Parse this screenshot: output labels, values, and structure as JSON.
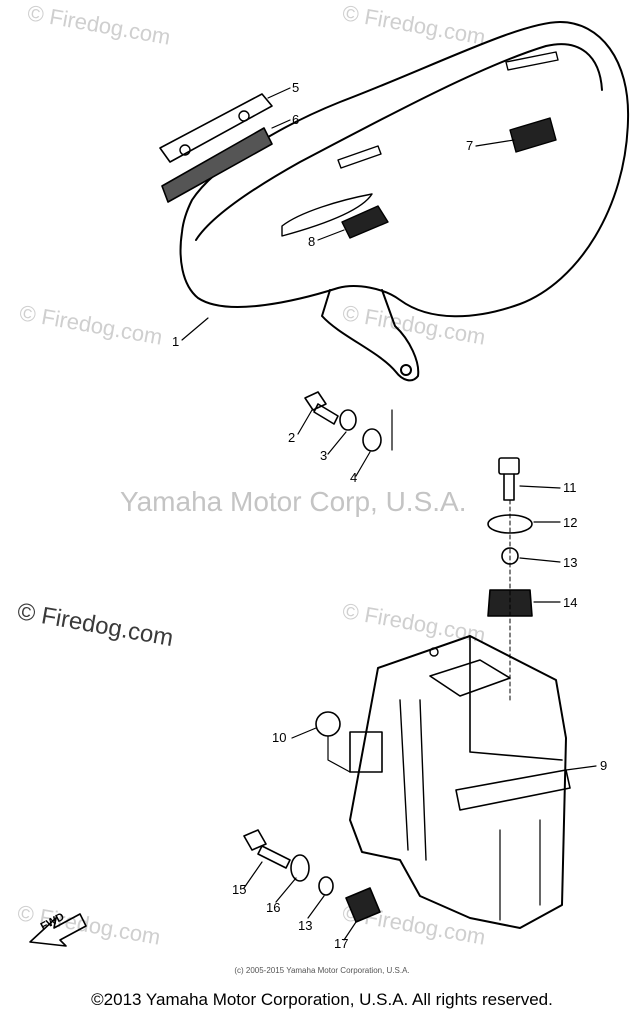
{
  "watermarks": {
    "small": "© Firedog.com",
    "center": "Yamaha Motor Corp, U.S.A.",
    "dark": "© Firedog.com"
  },
  "callouts": {
    "c1": "1",
    "c2": "2",
    "c3": "3",
    "c4": "4",
    "c5": "5",
    "c6": "6",
    "c7": "7",
    "c8": "8",
    "c9": "9",
    "c10": "10",
    "c11": "11",
    "c12": "12",
    "c13a": "13",
    "c13b": "13",
    "c14": "14",
    "c15": "15",
    "c16": "16",
    "c17": "17"
  },
  "fwd_label": "FWD",
  "small_copyright": "(c) 2005-2015 Yamaha Motor Corporation, U.S.A.",
  "footer": "©2013 Yamaha Motor Corporation, U.S.A. All rights reserved."
}
